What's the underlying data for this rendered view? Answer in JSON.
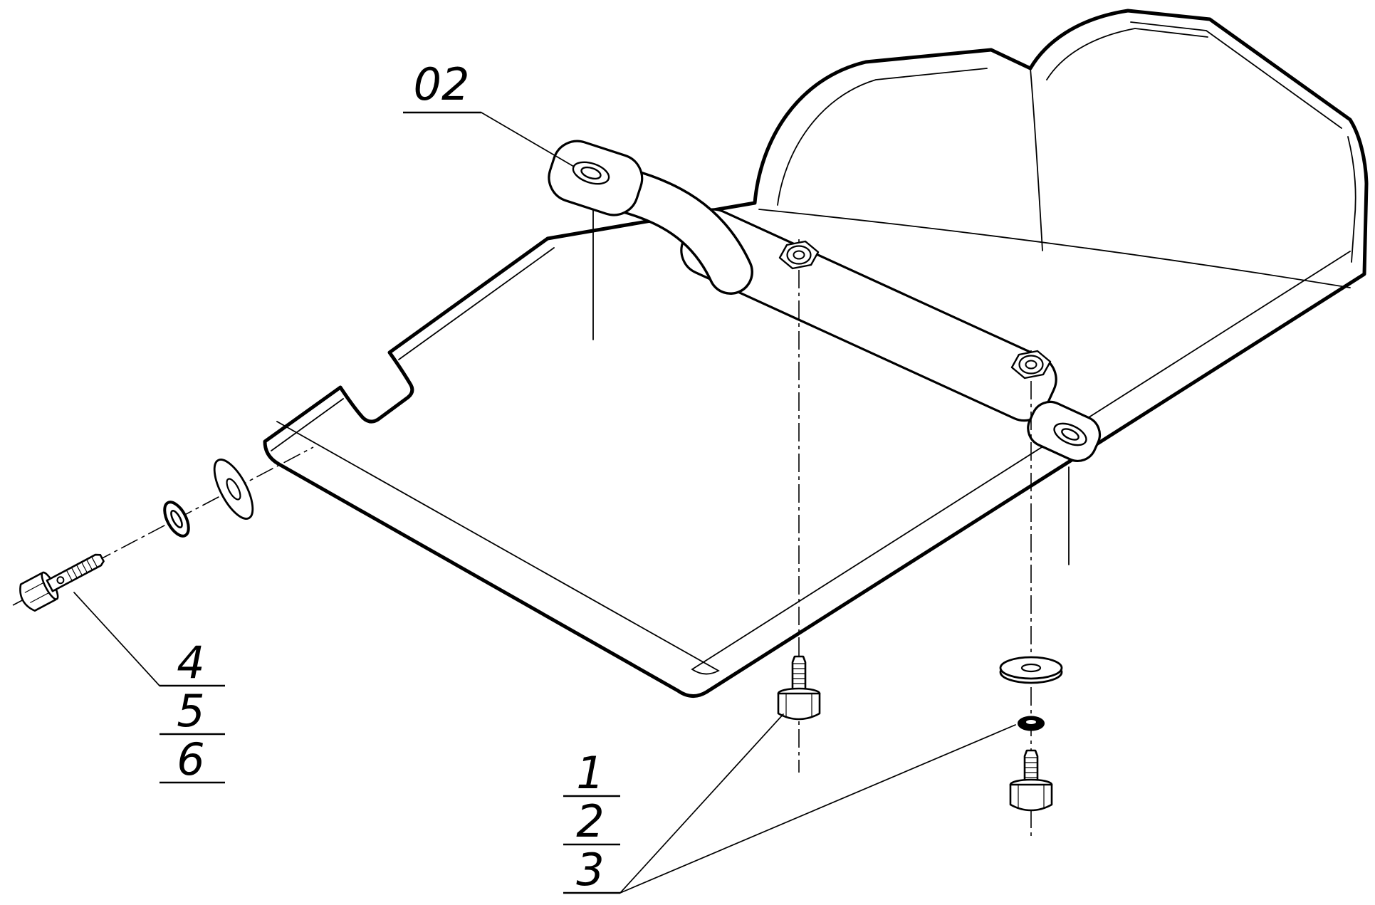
{
  "diagram": {
    "colors": {
      "background": "#ffffff",
      "line": "#000000"
    },
    "callouts": {
      "bracket": {
        "label": "02"
      },
      "left_fasteners": {
        "items": [
          "4",
          "5",
          "6"
        ]
      },
      "bottom_fasteners": {
        "items": [
          "1",
          "2",
          "3"
        ]
      }
    }
  }
}
